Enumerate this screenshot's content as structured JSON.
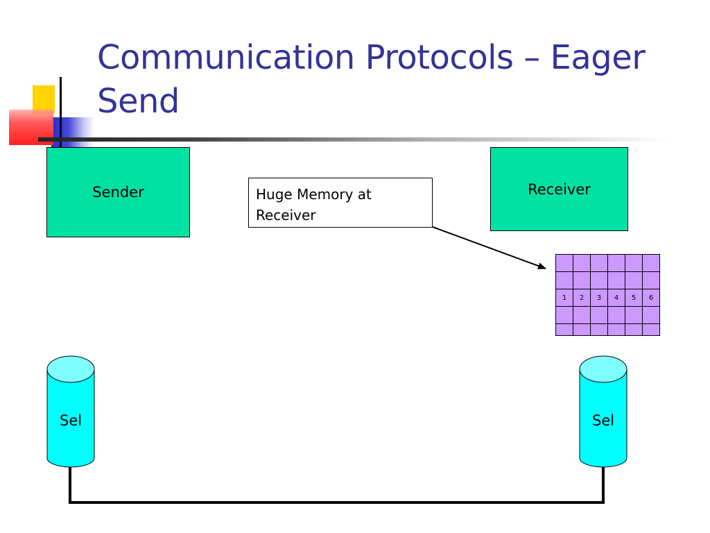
{
  "slide": {
    "title": "Communication Protocols – Eager\nSend",
    "sender_label": "Sender",
    "receiver_label": "Receiver",
    "note_text": "Huge Memory at Receiver",
    "left_cylinder_label": "Sel",
    "right_cylinder_label": "Sel",
    "memory_grid": {
      "rows": [
        [
          "",
          "",
          "",
          "",
          "",
          ""
        ],
        [
          "",
          "",
          "",
          "",
          "",
          ""
        ],
        [
          "1",
          "2",
          "3",
          "4",
          "5",
          "6"
        ],
        [
          "",
          "",
          "",
          "",
          "",
          ""
        ],
        [
          "",
          "",
          "",
          "",
          "",
          ""
        ]
      ]
    }
  },
  "colors": {
    "title": "#333399",
    "box_fill": "#00e1a2",
    "cylinder_fill": "#00ffff",
    "grid_fill": "#cc99ff"
  }
}
